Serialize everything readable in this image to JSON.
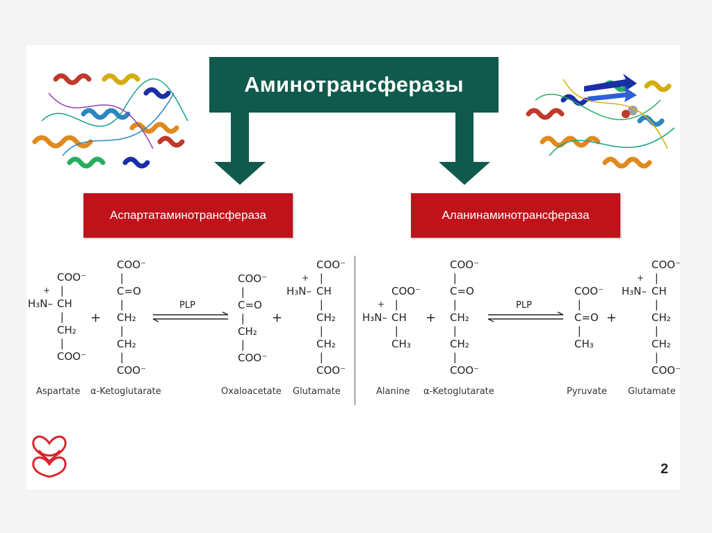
{
  "title": "Аминотрансферазы",
  "enzymes": {
    "left": "Аспартатаминотрансфераза",
    "right": "Аланинаминотрансфераза"
  },
  "reaction_left": {
    "compounds": [
      "Aspartate",
      "α-Ketoglutarate",
      "Oxaloacetate",
      "Glutamate"
    ],
    "cofactor": "PLP",
    "plus": "+"
  },
  "reaction_right": {
    "compounds": [
      "Alanine",
      "α-Ketoglutarate",
      "Pyruvate",
      "Glutamate"
    ],
    "cofactor": "PLP",
    "plus": "+"
  },
  "chem_text": {
    "coo": "COO⁻",
    "h3n": "H₃N",
    "ch": "CH",
    "ch2": "CH₂",
    "ch3": "CH₃",
    "co": "C=O"
  },
  "page_number": "2",
  "colors": {
    "title_bg": "#0f5a4c",
    "arrow": "#0f5a4c",
    "enzyme_bg": "#c0121a",
    "logo": "#d9232d"
  }
}
